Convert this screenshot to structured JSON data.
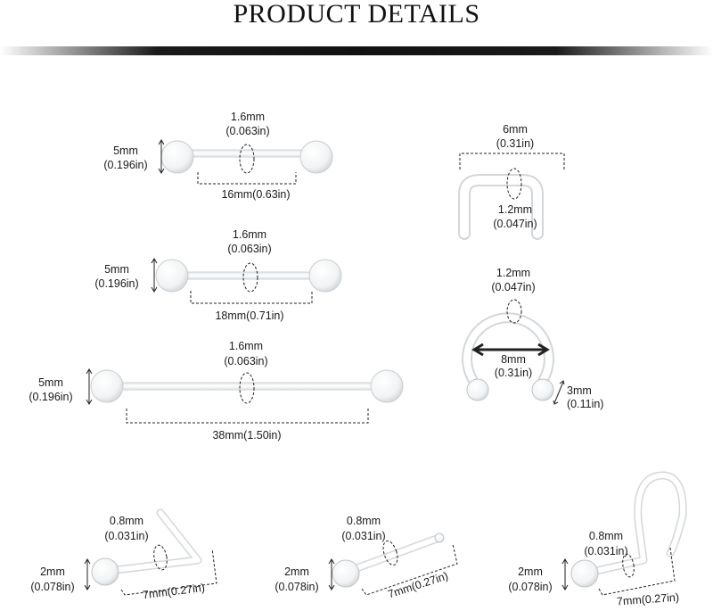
{
  "page": {
    "title": "PRODUCT DETAILS"
  },
  "products": {
    "barbell_16": {
      "gauge": "1.6mm",
      "gauge_in": "(0.063in)",
      "ball": "5mm",
      "ball_in": "(0.196in)",
      "length": "16mm(0.63in)"
    },
    "barbell_18": {
      "gauge": "1.6mm",
      "gauge_in": "(0.063in)",
      "ball": "5mm",
      "ball_in": "(0.196in)",
      "length": "18mm(0.71in)"
    },
    "barbell_38": {
      "gauge": "1.6mm",
      "gauge_in": "(0.063in)",
      "ball": "5mm",
      "ball_in": "(0.196in)",
      "length": "38mm(1.50in)"
    },
    "septum_retainer": {
      "width": "6mm",
      "width_in": "(0.31in)",
      "gauge": "1.2mm",
      "gauge_in": "(0.047in)"
    },
    "horseshoe": {
      "gauge": "1.2mm",
      "gauge_in": "(0.047in)",
      "diameter": "8mm",
      "diameter_in": "(0.31in)",
      "ball": "3mm",
      "ball_in": "(0.11in)"
    },
    "nose_l_bend": {
      "gauge": "0.8mm",
      "gauge_in": "(0.031in)",
      "ball": "2mm",
      "ball_in": "(0.078in)",
      "length": "7mm(0.27in)"
    },
    "nose_bone": {
      "gauge": "0.8mm",
      "gauge_in": "(0.031in)",
      "ball": "2mm",
      "ball_in": "(0.078in)",
      "length": "7mm(0.27in)"
    },
    "nose_screw": {
      "gauge": "0.8mm",
      "gauge_in": "(0.031in)",
      "ball": "2mm",
      "ball_in": "(0.078in)",
      "length": "7mm(0.27in)"
    }
  }
}
